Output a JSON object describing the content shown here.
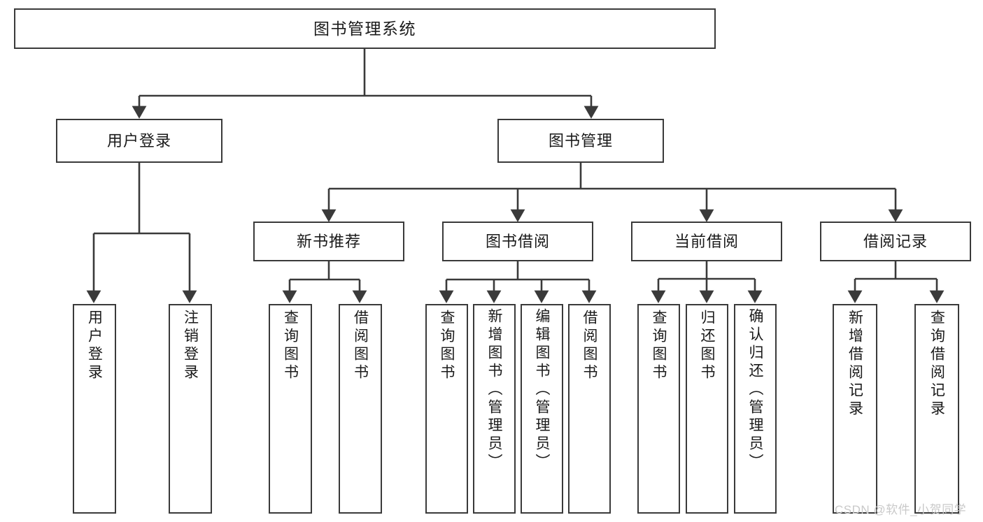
{
  "diagram": {
    "type": "tree-hierarchy",
    "title": "图书管理系统",
    "watermark": "CSDN @软件_小贺同学",
    "colors": {
      "box_border": "#3a3a3a",
      "box_fill": "#ffffff",
      "connector": "#3a3a3a",
      "text": "#1a1a1a",
      "watermark": "#c9c9c9",
      "background": "#ffffff"
    },
    "root": {
      "label": "图书管理系统"
    },
    "level2": [
      {
        "label": "用户登录"
      },
      {
        "label": "图书管理"
      }
    ],
    "level3": [
      {
        "label": "新书推荐"
      },
      {
        "label": "图书借阅"
      },
      {
        "label": "当前借阅"
      },
      {
        "label": "借阅记录"
      }
    ],
    "leaves": {
      "user_login": [
        {
          "label": "用户登录"
        },
        {
          "label": "注销登录"
        }
      ],
      "new_book_recommend": [
        {
          "label": "查询图书"
        },
        {
          "label": "借阅图书"
        }
      ],
      "book_borrow": [
        {
          "label": "查询图书"
        },
        {
          "label": "新增图书（管理员）"
        },
        {
          "label": "编辑图书（管理员）"
        },
        {
          "label": "借阅图书"
        }
      ],
      "current_borrow": [
        {
          "label": "查询图书"
        },
        {
          "label": "归还图书"
        },
        {
          "label": "确认归还（管理员）"
        }
      ],
      "borrow_record": [
        {
          "label": "新增借阅记录"
        },
        {
          "label": "查询借阅记录"
        }
      ]
    }
  }
}
